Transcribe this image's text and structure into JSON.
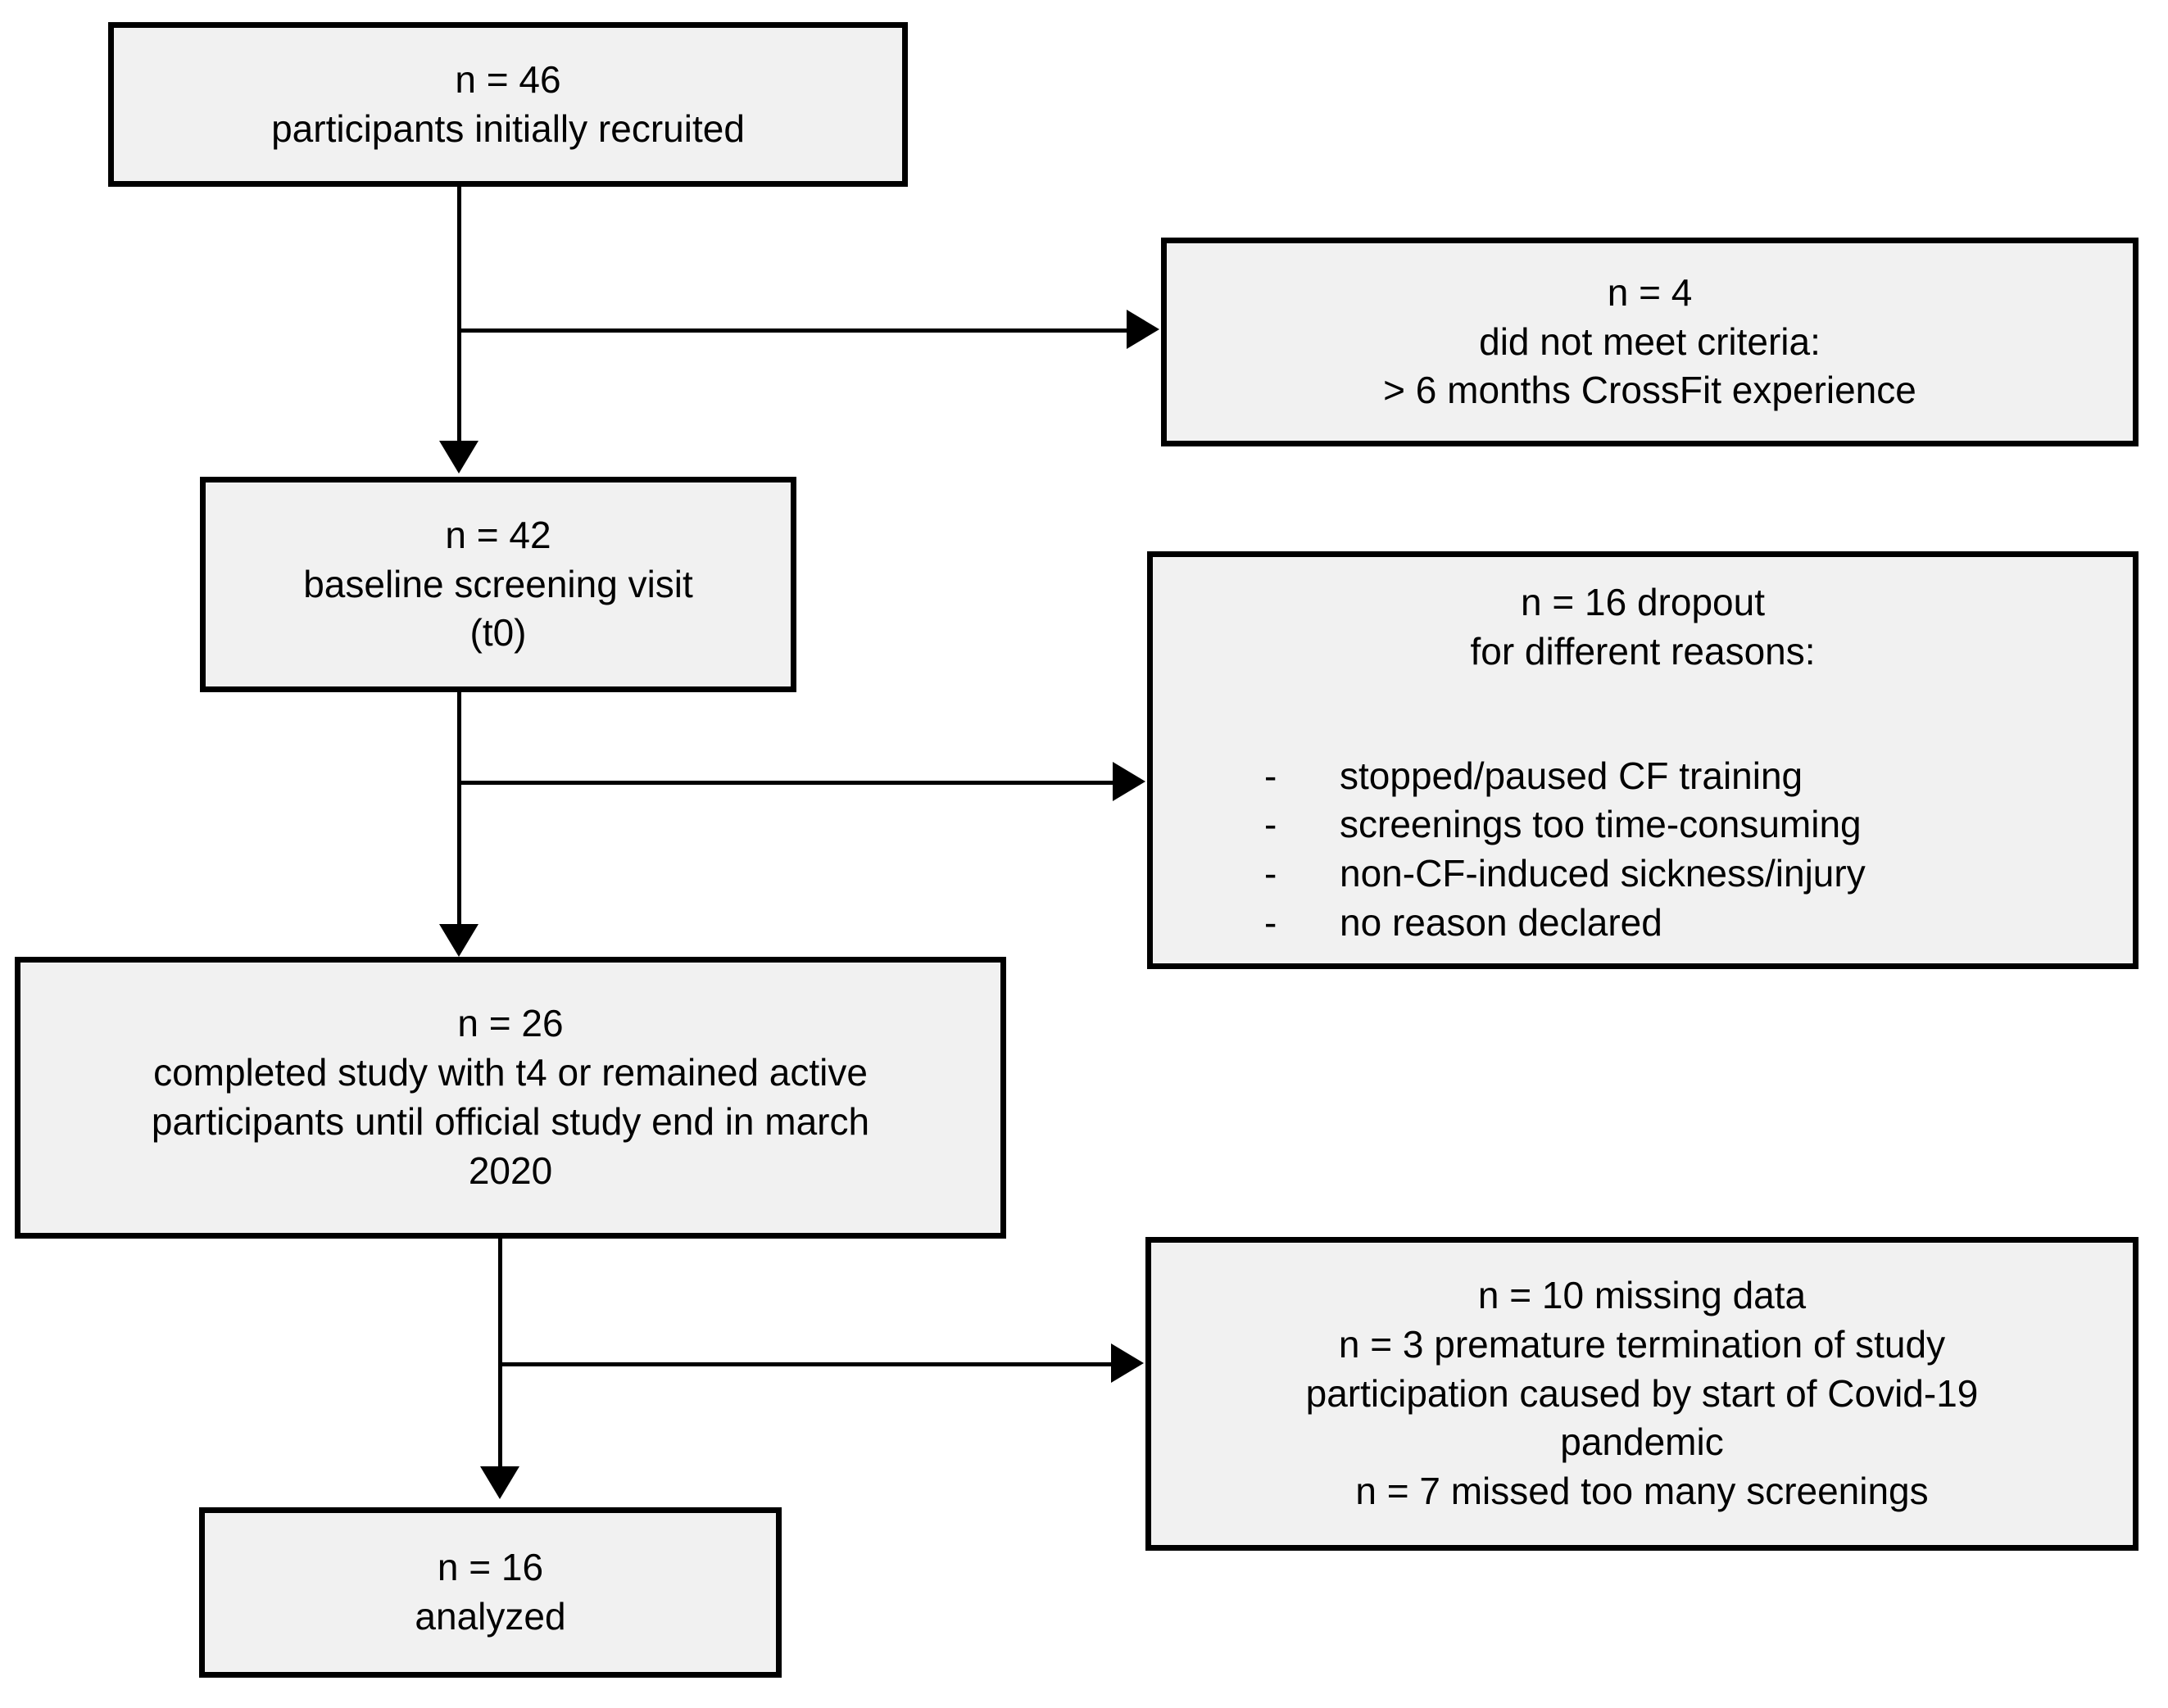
{
  "diagram": {
    "type": "participant-flow-diagram",
    "title": "CONSORT participant flow",
    "colors": {
      "box_fill": "#f1f1f1",
      "box_border": "#000000",
      "connector": "#000000",
      "text": "#000000",
      "background": "#ffffff"
    }
  },
  "nodes": {
    "recruited": {
      "id": "n-46-recruited",
      "n_label": "n = 46",
      "description": "participants initially recruited",
      "count": 46
    },
    "criteria_excluded": {
      "id": "n-4-criteria",
      "n_label": "n = 4",
      "line1": "did not meet criteria:",
      "line2": "> 6 months CrossFit experience",
      "count": 4
    },
    "baseline": {
      "id": "n-42-baseline",
      "n_label": "n = 42",
      "line1": "baseline screening visit",
      "line2": "(t0)",
      "count": 42
    },
    "dropout": {
      "id": "n-16-dropout",
      "n_label": "n = 16 dropout",
      "subtitle": "for different reasons:",
      "count": 16,
      "dash": "-",
      "reasons": [
        "stopped/paused CF training",
        "screenings too time-consuming",
        "non-CF-induced sickness/injury",
        "no reason declared"
      ]
    },
    "completed": {
      "id": "n-26-completed",
      "n_label": "n = 26",
      "line1": "completed study with t4 or remained active",
      "line2": "participants until official study end in march",
      "line3": "2020",
      "count": 26
    },
    "missing": {
      "id": "n-10-missing",
      "n_label": "n = 10 missing data",
      "line1": "n = 3 premature termination of study",
      "line2": "participation caused by start of Covid-19",
      "line3": "pandemic",
      "line4": "n = 7 missed too many screenings",
      "count": 10,
      "premature_termination": 3,
      "missed_screenings": 7
    },
    "analyzed": {
      "id": "n-16-analyzed",
      "n_label": "n = 16",
      "description": "analyzed",
      "count": 16
    }
  },
  "edges": [
    {
      "from": "recruited",
      "to": "baseline",
      "direction": "down"
    },
    {
      "from": "recruited",
      "to": "criteria_excluded",
      "direction": "right"
    },
    {
      "from": "baseline",
      "to": "completed",
      "direction": "down"
    },
    {
      "from": "baseline",
      "to": "dropout",
      "direction": "right"
    },
    {
      "from": "completed",
      "to": "analyzed",
      "direction": "down"
    },
    {
      "from": "completed",
      "to": "missing",
      "direction": "right"
    }
  ]
}
